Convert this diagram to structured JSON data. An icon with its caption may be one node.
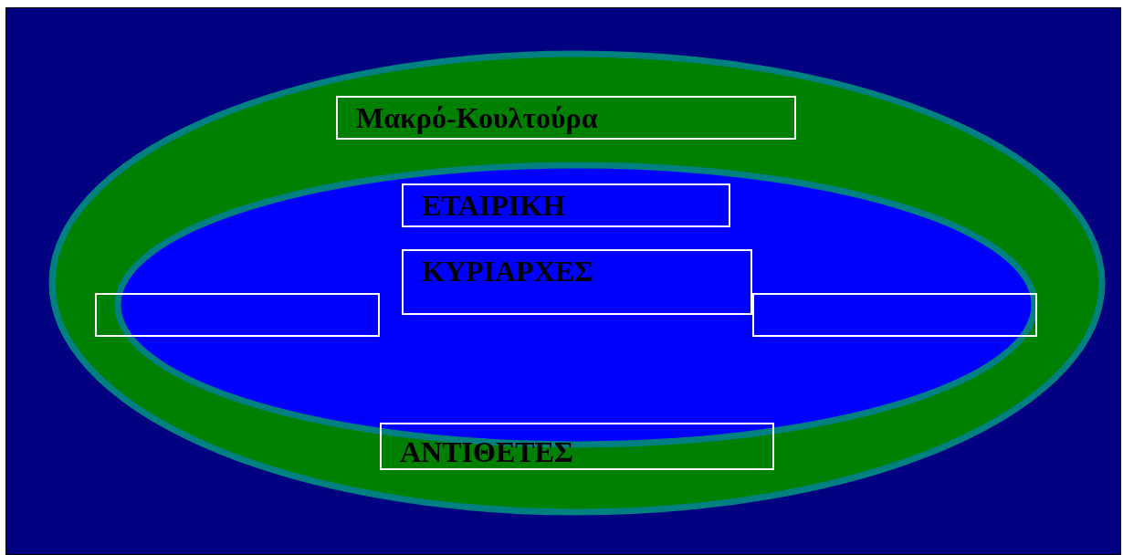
{
  "diagram": {
    "nodes": [
      {
        "text": [],
        "shape": "ellipse"
      },
      {
        "text": [
          "Μακρό-Κουλτούρα"
        ],
        "in": 0
      },
      {
        "text": [],
        "shape": "ellipse",
        "in": 0
      },
      {
        "text": [
          "ΕΤΑΙΡΙΚΗ"
        ],
        "in": 2
      },
      {
        "text": [
          "ΚΥΡΙΑΡΧΕΣ"
        ],
        "in": 2
      },
      {
        "text": [],
        "shape": "box",
        "in": 0
      },
      {
        "text": [],
        "shape": "box",
        "in": 2
      },
      {
        "text": [
          "ΑΝΤΙΘΕΤΕΣ"
        ],
        "in": 0
      }
    ]
  }
}
